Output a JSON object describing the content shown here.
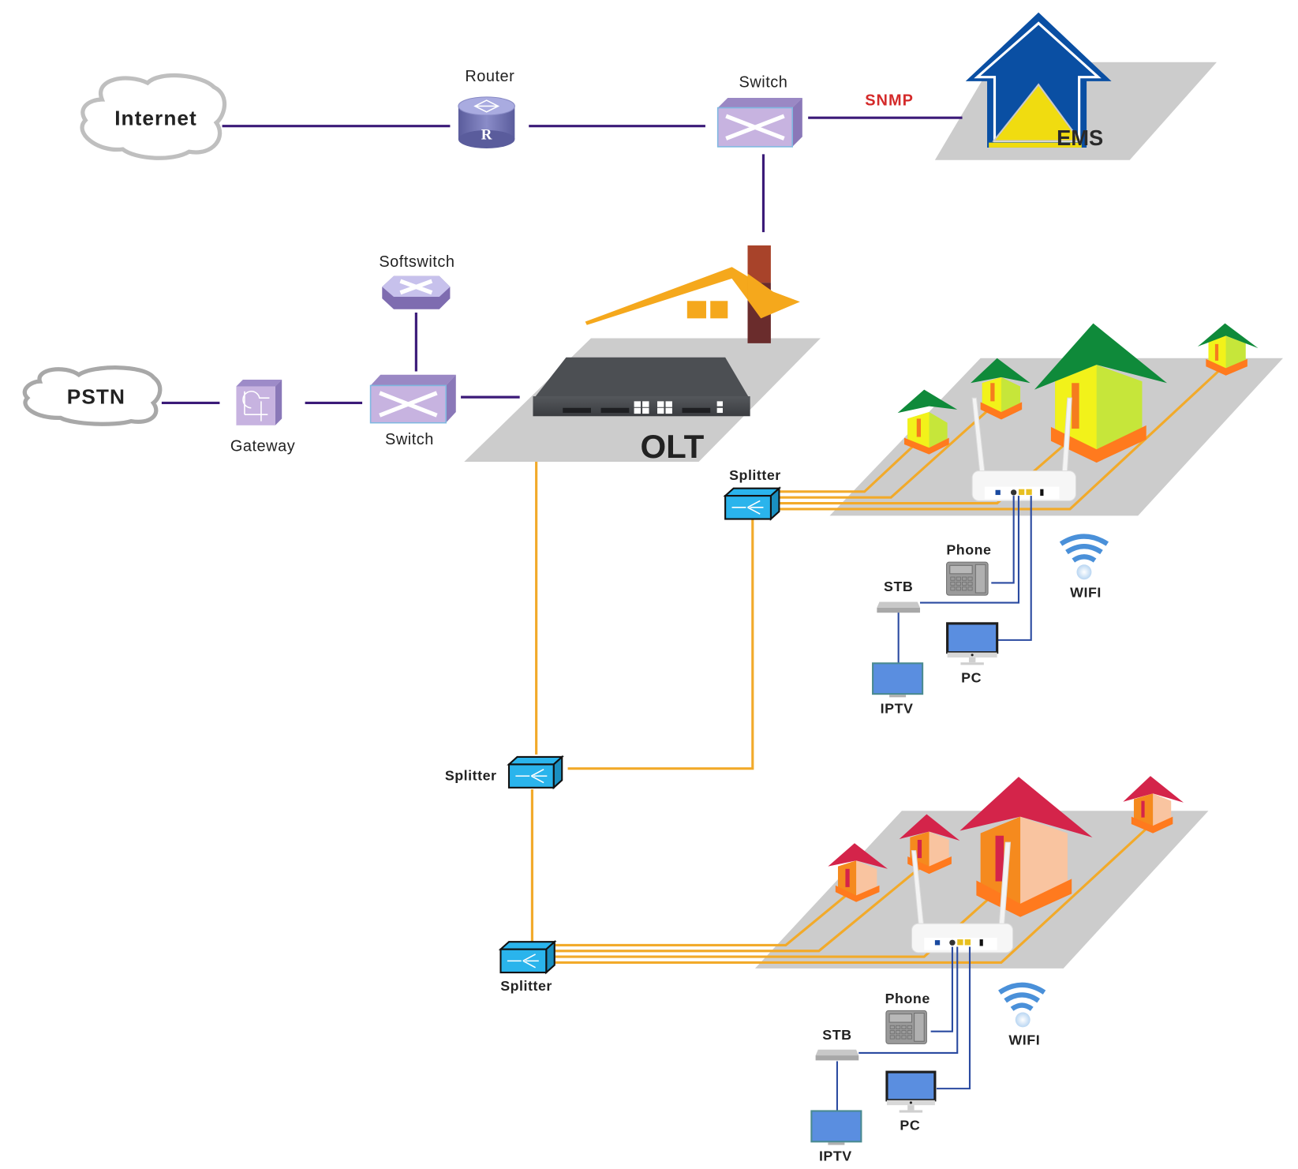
{
  "title": "GPON FTTH network topology",
  "core": {
    "internet": "Internet",
    "router": "Router",
    "router_glyph": "R",
    "switch_top": "Switch",
    "snmp": "SNMP",
    "ems": "EMS",
    "softswitch": "Softswitch",
    "pstn": "PSTN",
    "gateway": "Gateway",
    "switch_mid": "Switch",
    "olt": "OLT"
  },
  "splitters": {
    "upper": "Splitter",
    "middle": "Splitter",
    "lower": "Splitter"
  },
  "clusters": [
    {
      "name": "upper",
      "house_theme": "green-roof",
      "devices": {
        "phone": "Phone",
        "stb": "STB",
        "pc": "PC",
        "iptv": "IPTV",
        "wifi": "WIFI"
      }
    },
    {
      "name": "lower",
      "house_theme": "red-roof",
      "devices": {
        "phone": "Phone",
        "stb": "STB",
        "pc": "PC",
        "iptv": "IPTV",
        "wifi": "WIFI"
      }
    }
  ],
  "colors": {
    "link": "#3b1a78",
    "fiber": "#f2aa2a",
    "cable": "#2a4aa0",
    "platform": "#cccccc",
    "snmp": "#d42a2a",
    "device_purple": "#c7b3e0",
    "splitter": "#2ab4ec",
    "ems_blue": "#0a4fa3",
    "ems_yellow": "#f0dc10"
  }
}
